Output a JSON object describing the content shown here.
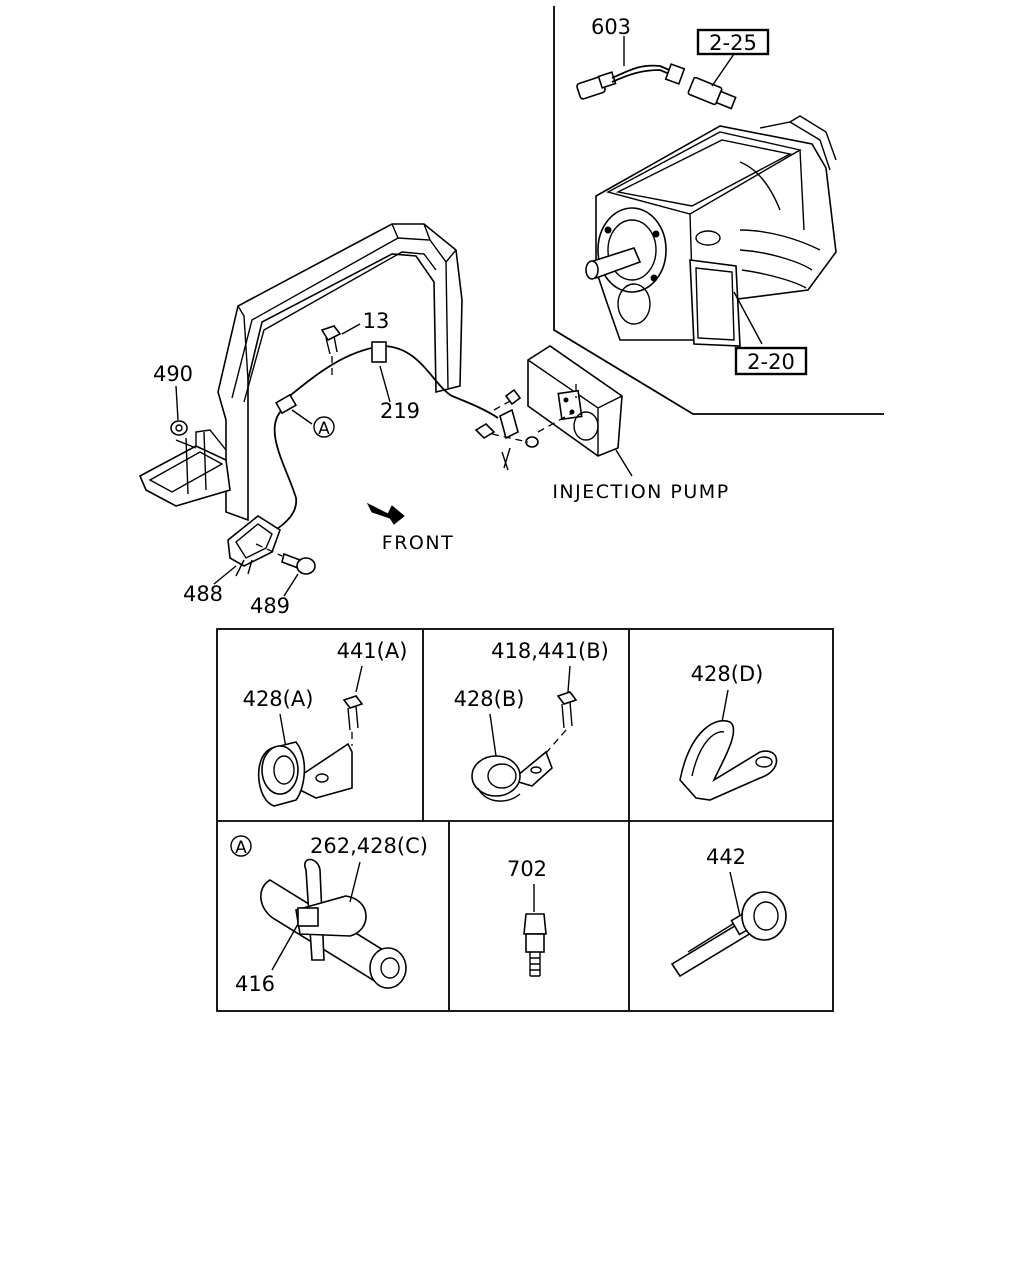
{
  "labels": {
    "p603": "603",
    "ref_2_25": "2-25",
    "ref_2_20": "2-20",
    "p13": "13",
    "p490": "490",
    "p219": "219",
    "callout_a": "A",
    "injection_pump": "INJECTION PUMP",
    "front": "FRONT",
    "p488": "488",
    "p489": "489"
  },
  "panels": {
    "p1_top": "441(A)",
    "p1_left": "428(A)",
    "p2_top": "418,441(B)",
    "p2_left": "428(B)",
    "p3_label": "428(D)",
    "p4_callout": "A",
    "p4_top": "262,428(C)",
    "p4_bottom": "416",
    "p5_label": "702",
    "p6_label": "442"
  }
}
